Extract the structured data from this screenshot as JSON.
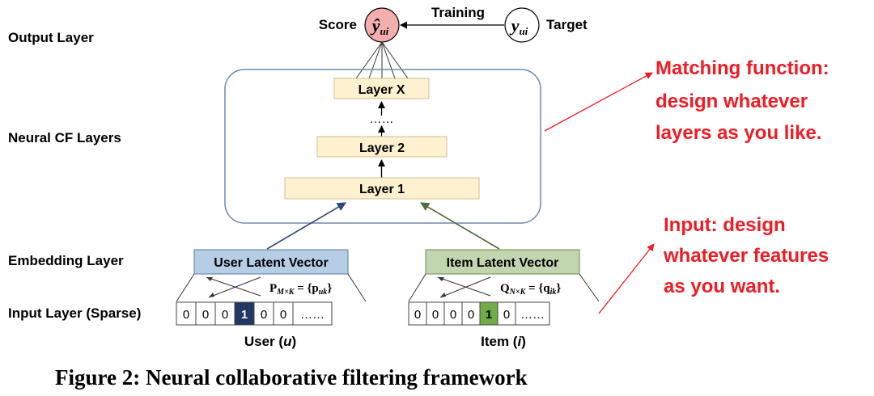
{
  "layer_labels": {
    "output": "Output Layer",
    "neural_cf": "Neural CF Layers",
    "embedding": "Embedding Layer",
    "input": "Input Layer (Sparse)"
  },
  "score": {
    "label": "Score",
    "symbol": "ŷ",
    "subscript": "ui"
  },
  "target": {
    "label": "Target",
    "symbol": "y",
    "subscript": "ui"
  },
  "training_label": "Training",
  "hidden_layers": {
    "top": "Layer X",
    "dots": "……",
    "middle": "Layer 2",
    "bottom": "Layer 1"
  },
  "user": {
    "vector_label": "User Latent Vector",
    "matrix": {
      "P": "P",
      "sub": "M×K",
      "eq": " = {",
      "p": "p",
      "psub": "uk",
      "close": "}"
    },
    "cells": [
      "0",
      "0",
      "0",
      "1",
      "0",
      "0",
      "……"
    ],
    "caption_prefix": "User (",
    "caption_var": "u",
    "caption_suffix": ")"
  },
  "item": {
    "vector_label": "Item Latent Vector",
    "matrix": {
      "P": "Q",
      "sub": "N×K",
      "eq": " = {",
      "p": "q",
      "psub": "ik",
      "close": "}"
    },
    "cells": [
      "0",
      "0",
      "0",
      "0",
      "1",
      "0",
      "……"
    ],
    "caption_prefix": "Item (",
    "caption_var": "i",
    "caption_suffix": ")"
  },
  "annotations": {
    "matching": [
      "Matching function:",
      "design whatever",
      "layers as you like."
    ],
    "input": [
      "Input: design",
      "whatever features",
      "as you want."
    ]
  },
  "figure_caption": "Figure 2: Neural collaborative filtering framework",
  "colors": {
    "annotation": "#ee1c25",
    "layer_fill": "#fdf1cf",
    "user_fill": "#b6cde6",
    "item_fill": "#c1d5ae",
    "user_active": "#1f3864",
    "item_active": "#70ad47",
    "score_fill": "#f4aeae",
    "user_arrow": "#2e4a7a",
    "item_arrow": "#4e6b3a"
  }
}
